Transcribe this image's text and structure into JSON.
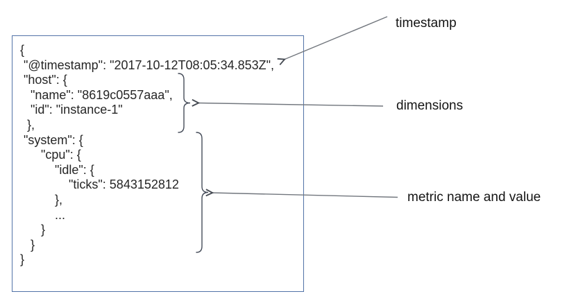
{
  "code_block": {
    "lines": [
      "{",
      " \"@timestamp\": \"2017-10-12T08:05:34.853Z\",",
      " \"host\": {",
      "   \"name\": \"8619c0557aaa\",",
      "   \"id\": \"instance-1\"",
      "  },",
      " \"system\": {",
      "      \"cpu\": {",
      "          \"idle\": {",
      "              \"ticks\": 5843152812",
      "          },",
      "          ...",
      "      }",
      "   }",
      "}"
    ]
  },
  "annotations": [
    {
      "id": "timestamp",
      "label": "timestamp"
    },
    {
      "id": "dimensions",
      "label": "dimensions"
    },
    {
      "id": "metric",
      "label": "metric name and value"
    }
  ],
  "colors": {
    "background": "#ffffff",
    "box_border": "#5172a7",
    "code_text": "#262626",
    "brace": "#454c59",
    "arrow_line": "#71767d",
    "arrow_head": "#454a52",
    "label_text": "#141414"
  }
}
